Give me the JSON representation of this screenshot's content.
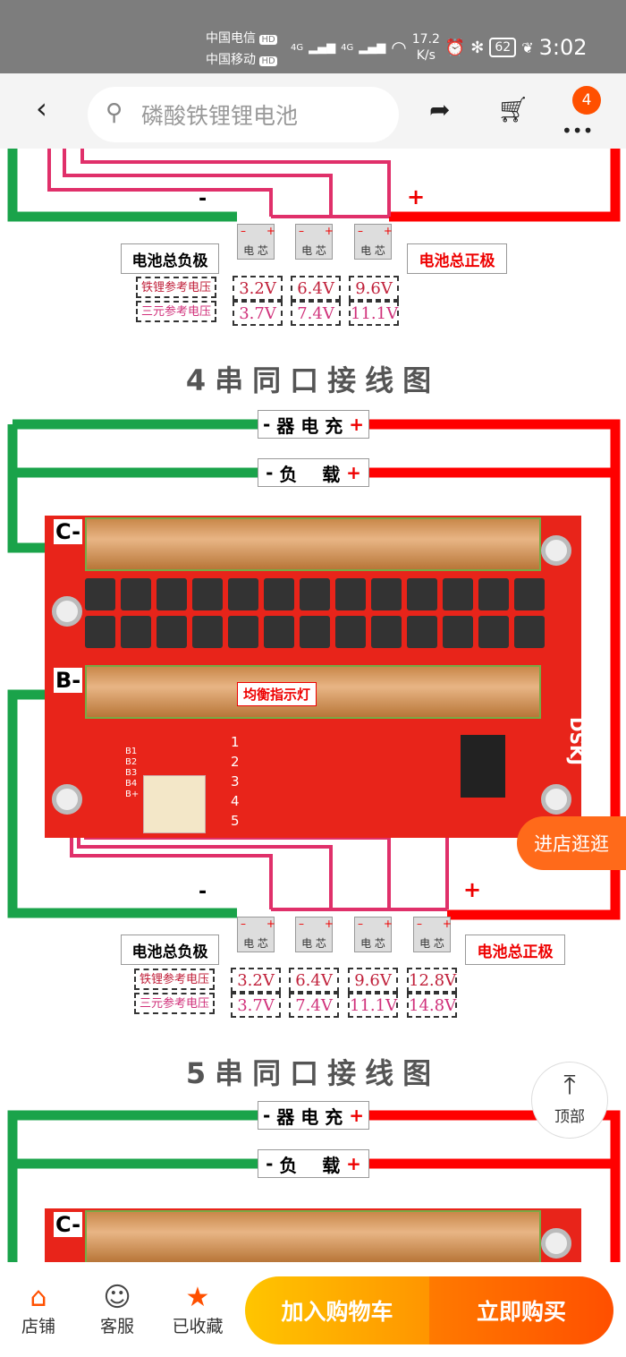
{
  "status": {
    "carrier1": "中国电信",
    "carrier2": "中国移动",
    "hd": "HD",
    "net": "4G",
    "speed": "17.2",
    "speed_unit": "K/s",
    "battery": "62",
    "time": "3:02"
  },
  "header": {
    "search_text": "磷酸铁锂锂电池",
    "cart_badge": "4"
  },
  "diagram": {
    "neg_label": "电池总负极",
    "pos_label": "电池总正极",
    "cell_label": "电 芯",
    "lfp_label": "铁锂参考电压",
    "ncm_label": "三元参考电压",
    "sec3": {
      "lfp": [
        "3.2V",
        "6.4V",
        "9.6V"
      ],
      "ncm": [
        "3.7V",
        "7.4V",
        "11.1V"
      ]
    },
    "sec4_title": "4串同口接线图",
    "charger_label": "器 电 充",
    "load_label": "负    载",
    "minus": "-",
    "plus": "+",
    "c_minus": "C-",
    "b_minus": "B-",
    "balance_label": "均衡指示灯",
    "board_pins": [
      "B1",
      "B2",
      "B3",
      "B4",
      "B+"
    ],
    "board_nums": [
      "1",
      "2",
      "3",
      "4",
      "5"
    ],
    "brand": "DSKJ",
    "sec4": {
      "lfp": [
        "3.2V",
        "6.4V",
        "9.6V",
        "12.8V"
      ],
      "ncm": [
        "3.7V",
        "7.4V",
        "11.1V",
        "14.8V"
      ]
    },
    "sec5_title": "5串同口接线图"
  },
  "float": {
    "shop_button": "进店逛逛",
    "top_button": "顶部"
  },
  "bottom": {
    "shop": "店铺",
    "service": "客服",
    "favorited": "已收藏",
    "add_cart": "加入购物车",
    "buy_now": "立即购买"
  }
}
